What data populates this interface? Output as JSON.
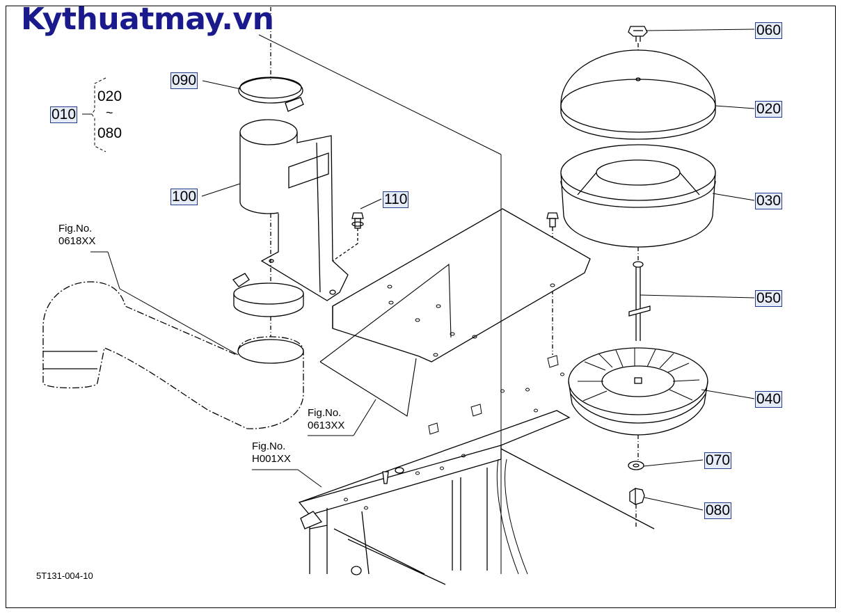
{
  "brand": {
    "text": "Kythuatmay.vn",
    "color": "#1a1a8c"
  },
  "group": {
    "main": "010",
    "from": "020",
    "tilde": "~",
    "to": "080"
  },
  "callouts": {
    "p060": "060",
    "p020": "020",
    "p030": "030",
    "p050": "050",
    "p040": "040",
    "p070": "070",
    "p080": "080",
    "p090": "090",
    "p100": "100",
    "p110": "110"
  },
  "figrefs": {
    "f0618": {
      "line1": "Fig.No.",
      "line2": "0618XX"
    },
    "f0613": {
      "line1": "Fig.No.",
      "line2": "0613XX"
    },
    "fH001": {
      "line1": "Fig.No.",
      "line2": "H001XX"
    }
  },
  "doc_number": "5T131-004-10",
  "colors": {
    "callout_bg": "#e6ebf8",
    "callout_border": "#223a8a",
    "line": "#000000"
  }
}
